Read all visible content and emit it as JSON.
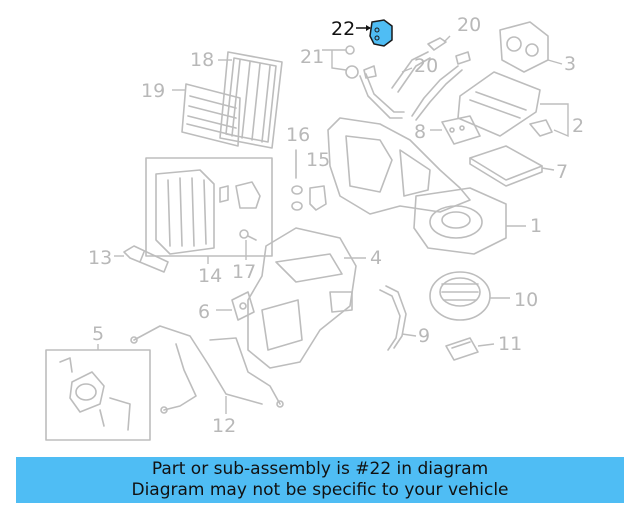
{
  "diagram": {
    "callouts": [
      {
        "id": "c1",
        "label": "1"
      },
      {
        "id": "c2",
        "label": "2"
      },
      {
        "id": "c3",
        "label": "3"
      },
      {
        "id": "c4",
        "label": "4"
      },
      {
        "id": "c5",
        "label": "5"
      },
      {
        "id": "c6",
        "label": "6"
      },
      {
        "id": "c7",
        "label": "7"
      },
      {
        "id": "c8",
        "label": "8"
      },
      {
        "id": "c9",
        "label": "9"
      },
      {
        "id": "c10",
        "label": "10"
      },
      {
        "id": "c11",
        "label": "11"
      },
      {
        "id": "c12",
        "label": "12"
      },
      {
        "id": "c13",
        "label": "13"
      },
      {
        "id": "c14",
        "label": "14"
      },
      {
        "id": "c15",
        "label": "15"
      },
      {
        "id": "c16",
        "label": "16"
      },
      {
        "id": "c17",
        "label": "17"
      },
      {
        "id": "c18",
        "label": "18"
      },
      {
        "id": "c19",
        "label": "19"
      },
      {
        "id": "c20a",
        "label": "20"
      },
      {
        "id": "c20b",
        "label": "20"
      },
      {
        "id": "c21",
        "label": "21"
      },
      {
        "id": "c22",
        "label": "22"
      }
    ],
    "highlighted_part": "22",
    "highlight_color": "#4fbdf4",
    "line_color": "#bdbdbd"
  },
  "banner": {
    "line1": "Part or sub-assembly is #22 in diagram",
    "line2": "Diagram may not be specific to your vehicle",
    "background": "#4fbdf4"
  }
}
